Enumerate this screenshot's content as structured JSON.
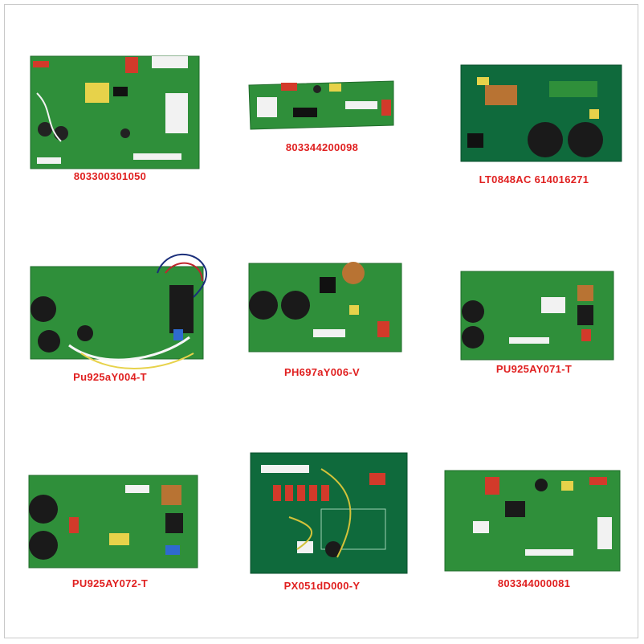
{
  "products": [
    {
      "label": "803300301050"
    },
    {
      "label": "803344200098"
    },
    {
      "label": "LT0848AC 614016271"
    },
    {
      "label": "Pu925aY004-T"
    },
    {
      "label": "PH697aY006-V"
    },
    {
      "label": "PU925AY071-T"
    },
    {
      "label": "PU925AY072-T"
    },
    {
      "label": "PX051dD000-Y"
    },
    {
      "label": "803344000081"
    }
  ],
  "colors": {
    "label_red": "#e02020",
    "pcb_green": "#2f8f3a",
    "pcb_dark_green": "#0f6a3c"
  }
}
